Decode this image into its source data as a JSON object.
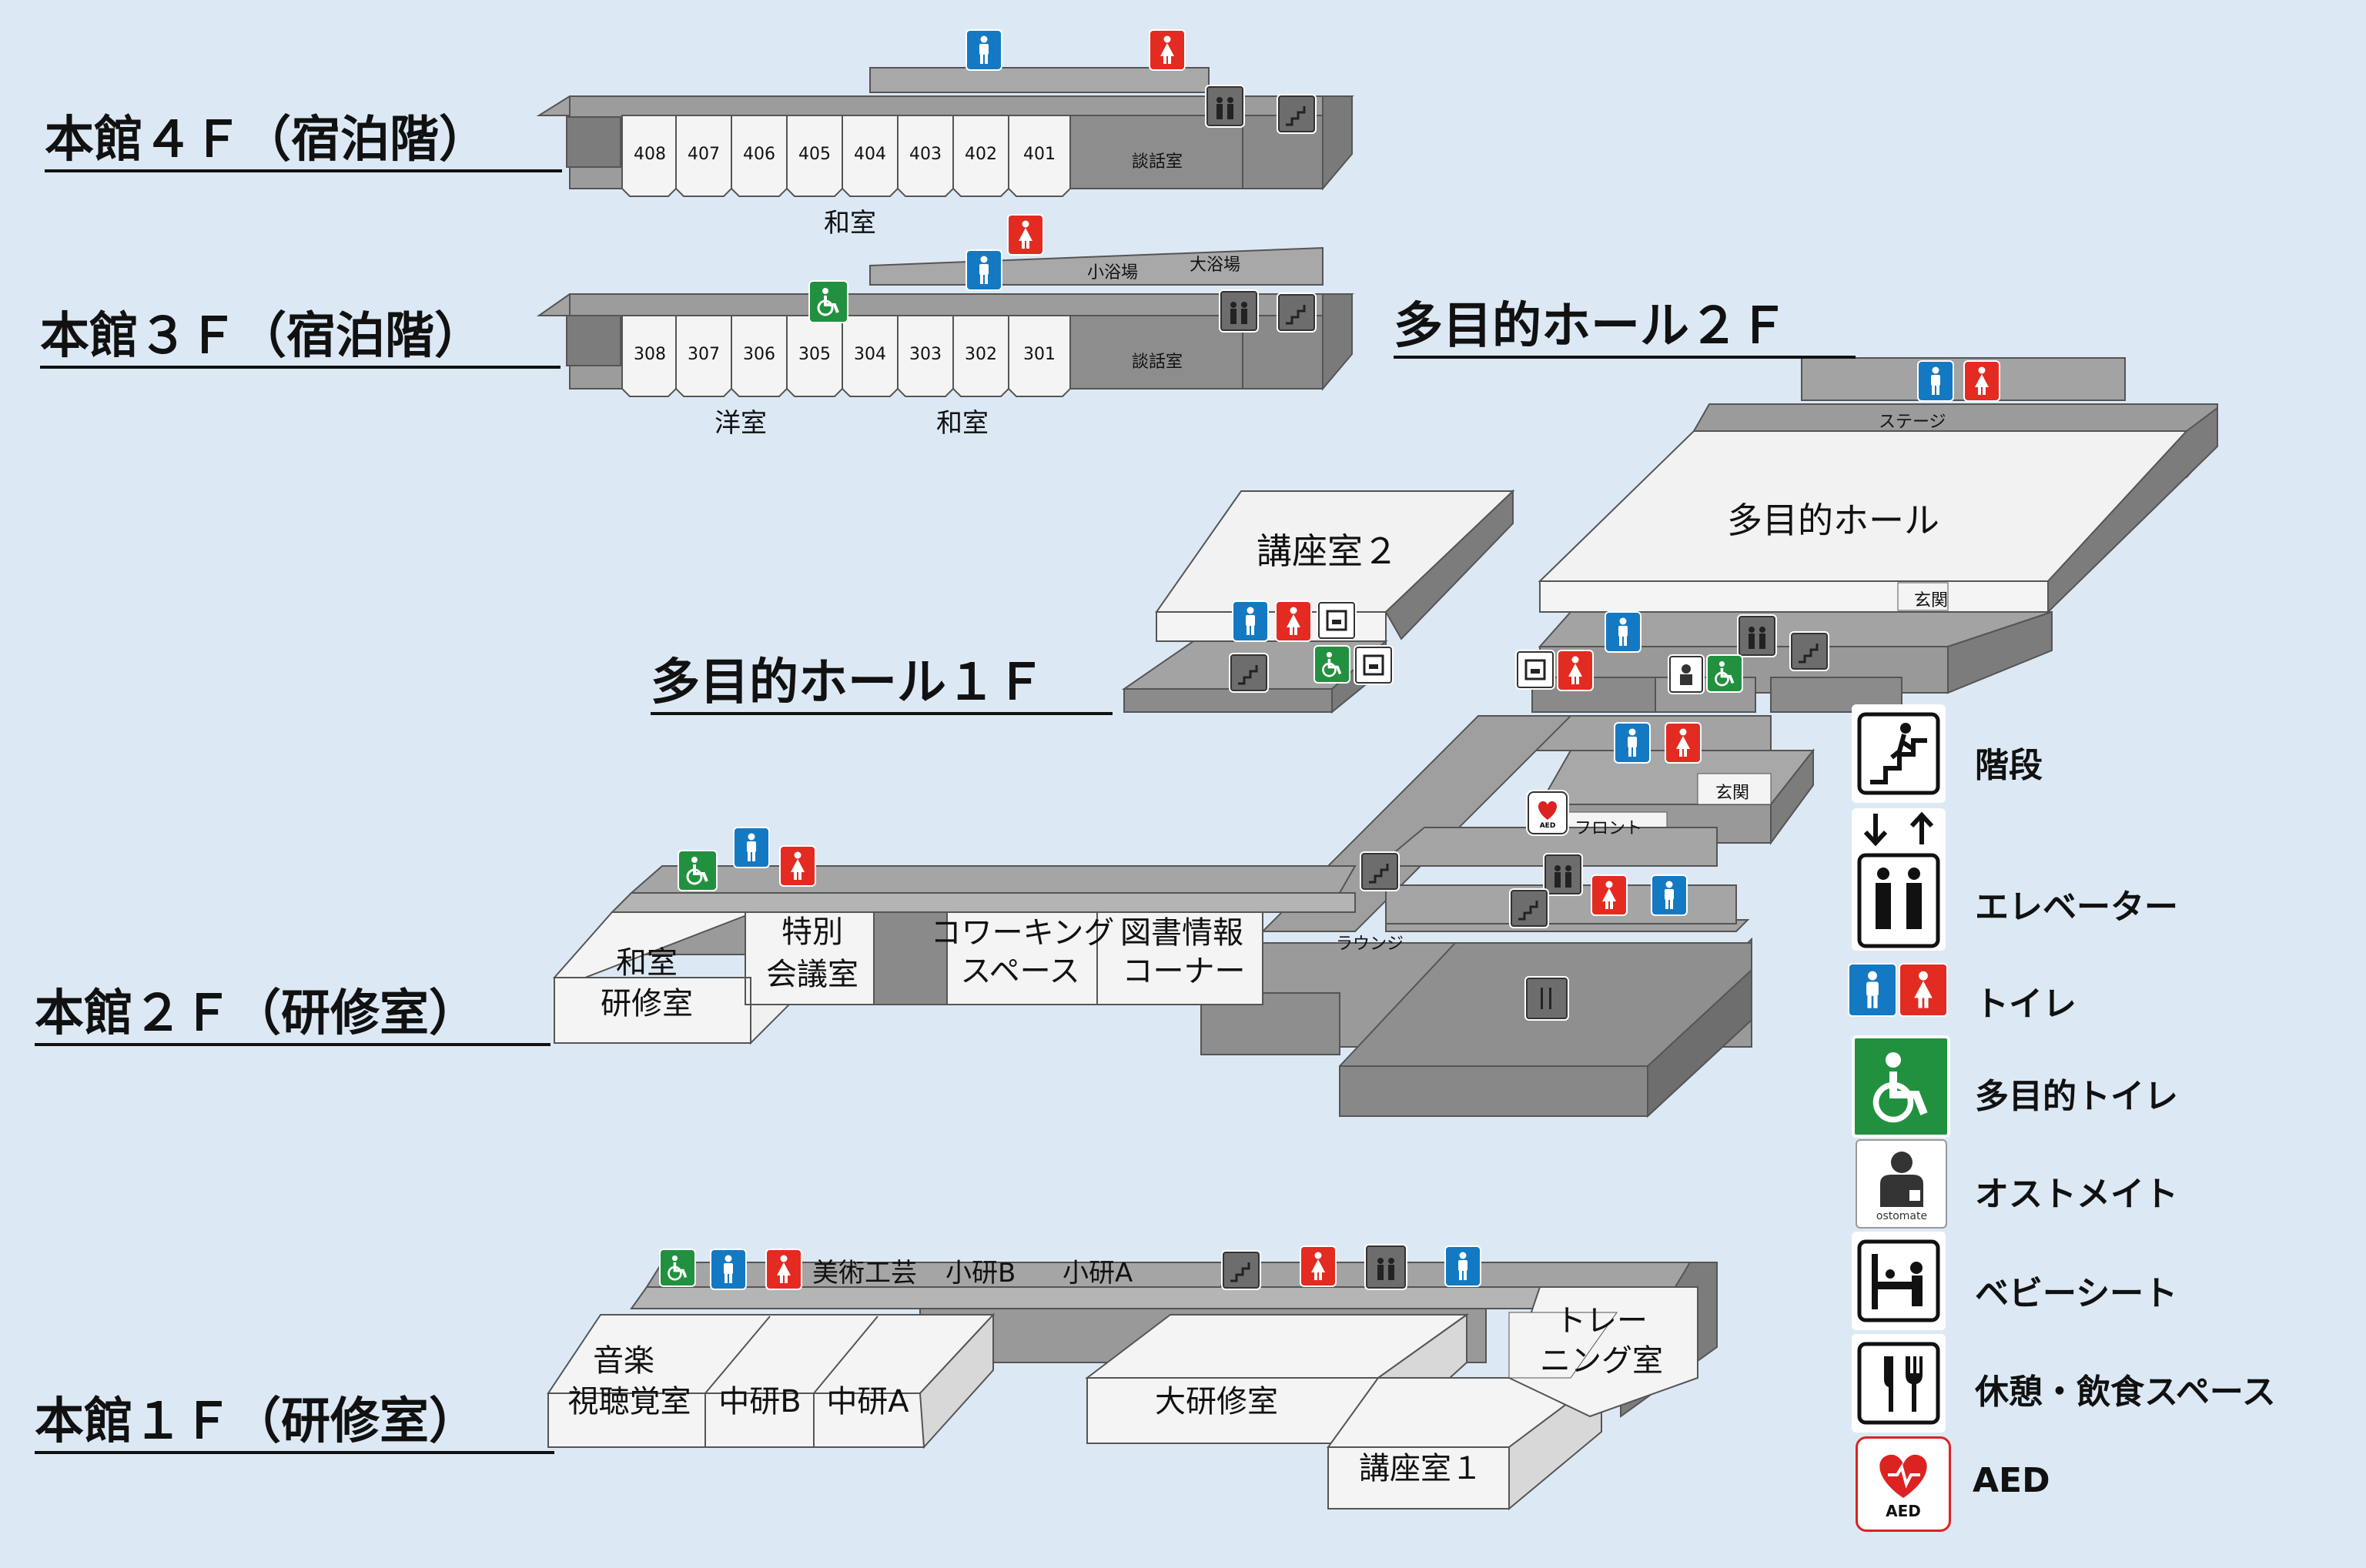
{
  "floors": {
    "f4": {
      "title": "本館４Ｆ（宿泊階）",
      "rooms": [
        "408",
        "407",
        "406",
        "405",
        "404",
        "403",
        "402",
        "401"
      ],
      "lounge": "談話室",
      "note": "和室"
    },
    "f3": {
      "title": "本館３Ｆ（宿泊階）",
      "rooms": [
        "308",
        "307",
        "306",
        "305",
        "304",
        "303",
        "302",
        "301"
      ],
      "lounge": "談話室",
      "note_western": "洋室",
      "note_japanese": "和室",
      "small_bath": "小浴場",
      "big_bath": "大浴場"
    },
    "hall2": {
      "title": "多目的ホール２Ｆ",
      "stage": "ステージ",
      "hall": "多目的ホール",
      "entrance": "玄関"
    },
    "hall1": {
      "title": "多目的ホール１Ｆ",
      "lecture2": "講座室２"
    },
    "f2": {
      "title": "本館２Ｆ（研修室）",
      "washitsu": "和室",
      "kenshu": "研修室",
      "tokubetsu": "特別",
      "kaigishitsu": "会議室",
      "coworking": "コワーキング",
      "space": "スペース",
      "toshojoho": "図書情報",
      "corner": "コーナー",
      "lounge": "ラウンジ",
      "front": "フロント",
      "entrance": "玄関"
    },
    "f1": {
      "title": "本館１Ｆ（研修室）",
      "ongaku": "音楽",
      "shichoukaku": "視聴覚室",
      "chuken_b": "中研B",
      "chuken_a": "中研A",
      "bijutsu": "美術工芸",
      "shoken_b": "小研B",
      "shoken_a": "小研A",
      "daikenshu": "大研修室",
      "lecture1": "講座室１",
      "training1": "トレー",
      "training2": "ニング室"
    }
  },
  "legend": [
    {
      "icon": "stairs-icon",
      "label": "階段"
    },
    {
      "icon": "elevator-icon",
      "label": "エレベーター"
    },
    {
      "icon": "toilet-icon",
      "label": "トイレ"
    },
    {
      "icon": "accessible-toilet-icon",
      "label": "多目的トイレ"
    },
    {
      "icon": "ostomate-icon",
      "label": "オストメイト"
    },
    {
      "icon": "baby-seat-icon",
      "label": "ベビーシート"
    },
    {
      "icon": "rest-dining-icon",
      "label": "休憩・飲食スペース"
    },
    {
      "icon": "aed-icon",
      "label": "AED"
    }
  ],
  "legend_small": {
    "ostomate": "ostomate",
    "aed": "AED"
  },
  "colors": {
    "background": "#dce9f5",
    "male": "#1479c3",
    "female": "#e32b22",
    "accessible": "#21913f",
    "floor_top": "#a3a3a3",
    "floor_side": "#7c7c7c",
    "room": "#f4f4f4"
  }
}
